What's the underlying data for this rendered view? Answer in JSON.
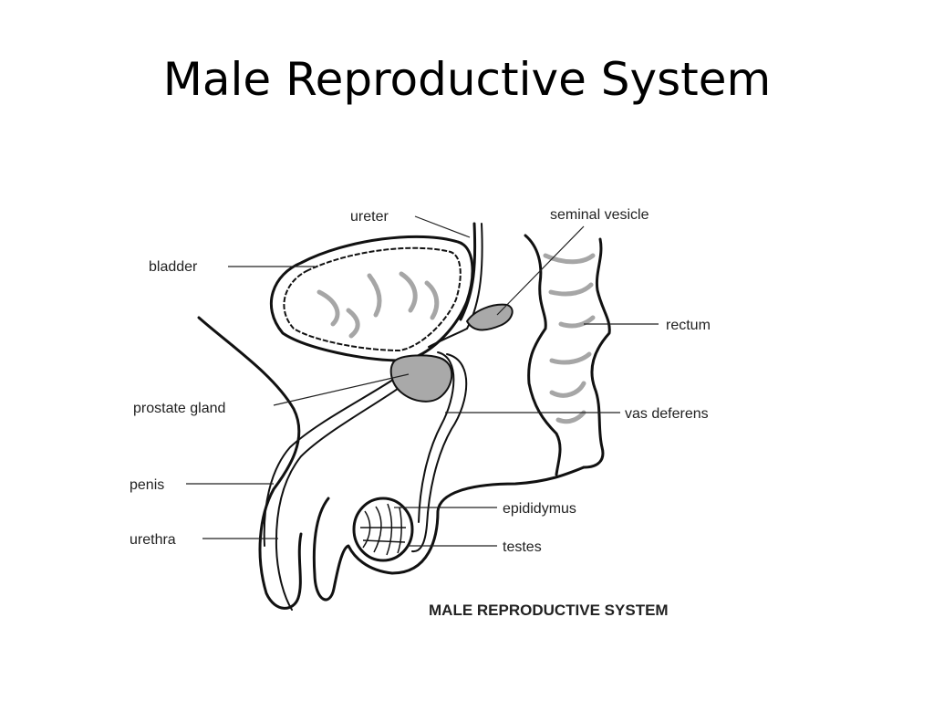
{
  "slide": {
    "title": "Male Reproductive System"
  },
  "diagram": {
    "caption": "MALE REPRODUCTIVE SYSTEM",
    "labels": {
      "ureter": "ureter",
      "seminal_vesicle": "seminal vesicle",
      "bladder": "bladder",
      "rectum": "rectum",
      "prostate_gland": "prostate gland",
      "vas_deferens": "vas deferens",
      "penis": "penis",
      "epididymus": "epididymus",
      "urethra": "urethra",
      "testes": "testes"
    },
    "colors": {
      "outline": "#111111",
      "gland_fill": "#a9a9a9",
      "fold_gray": "#a6a6a6"
    }
  }
}
